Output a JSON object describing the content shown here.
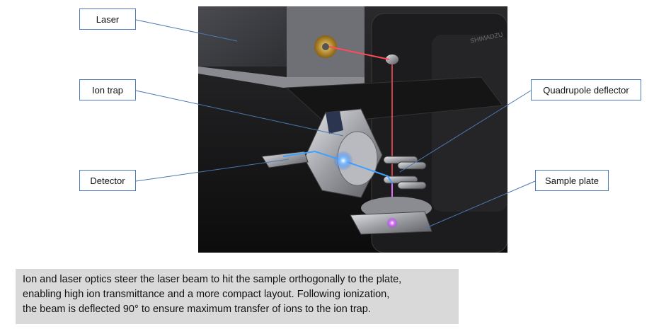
{
  "labels": {
    "laser": "Laser",
    "ion_trap": "Ion trap",
    "detector": "Detector",
    "quadrupole_deflector": "Quadrupole deflector",
    "sample_plate": "Sample plate"
  },
  "logo_text": "SHIMADZU",
  "caption": {
    "line1": "Ion and laser optics steer the laser beam to hit the sample orthogonally to the plate,",
    "line2": "enabling high ion transmittance and a more compact layout.  Following ionization,",
    "line3": "the beam is deflected 90° to ensure maximum transfer of ions to the ion trap."
  },
  "colors": {
    "leader_line": "#4a78b0",
    "laser_beam": "#ff4a5a",
    "ion_beam": "#3fa0ff",
    "caption_bg": "#d9d9d9"
  }
}
